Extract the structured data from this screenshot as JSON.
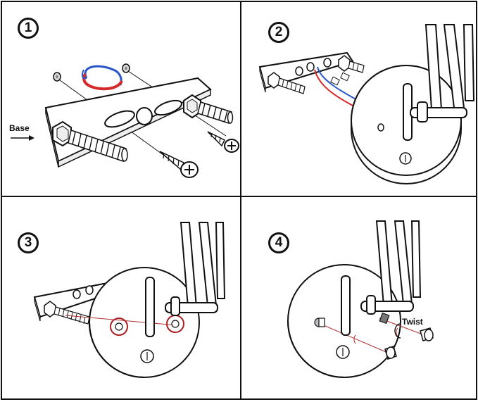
{
  "steps": [
    {
      "number": "1",
      "label": "Base"
    },
    {
      "number": "2"
    },
    {
      "number": "3"
    },
    {
      "number": "4",
      "label": "Twist"
    }
  ],
  "colors": {
    "outline": "#111111",
    "wire_live": "#d42a2a",
    "wire_neutral": "#2a56c8",
    "alignment_line": "#b03030",
    "highlight_ring": "#a82020"
  },
  "icons": [
    "mounting-bracket-icon",
    "stud-bolt-icon",
    "wood-screw-icon",
    "wall-anchor-icon",
    "wire-icon",
    "round-canopy-icon",
    "cap-nut-icon",
    "lamp-arm-icon"
  ]
}
